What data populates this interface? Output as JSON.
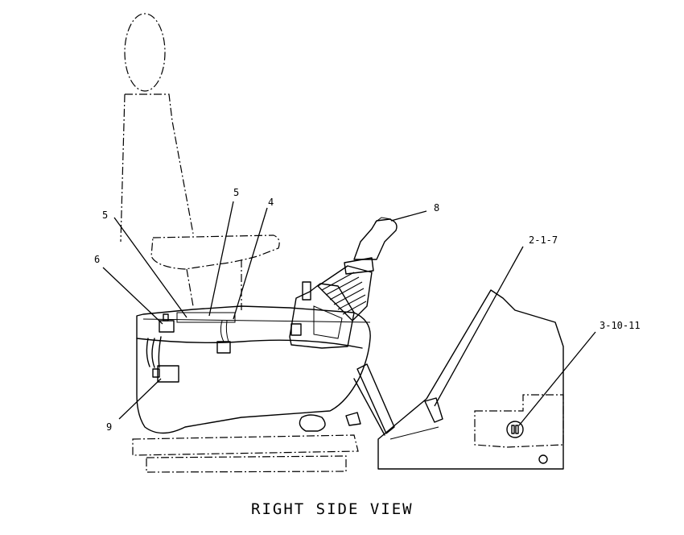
{
  "diagram": {
    "caption": "RIGHT SIDE VIEW",
    "callouts": [
      "5",
      "5",
      "4",
      "8",
      "6",
      "2-1-7",
      "3-10-11",
      "9"
    ]
  }
}
